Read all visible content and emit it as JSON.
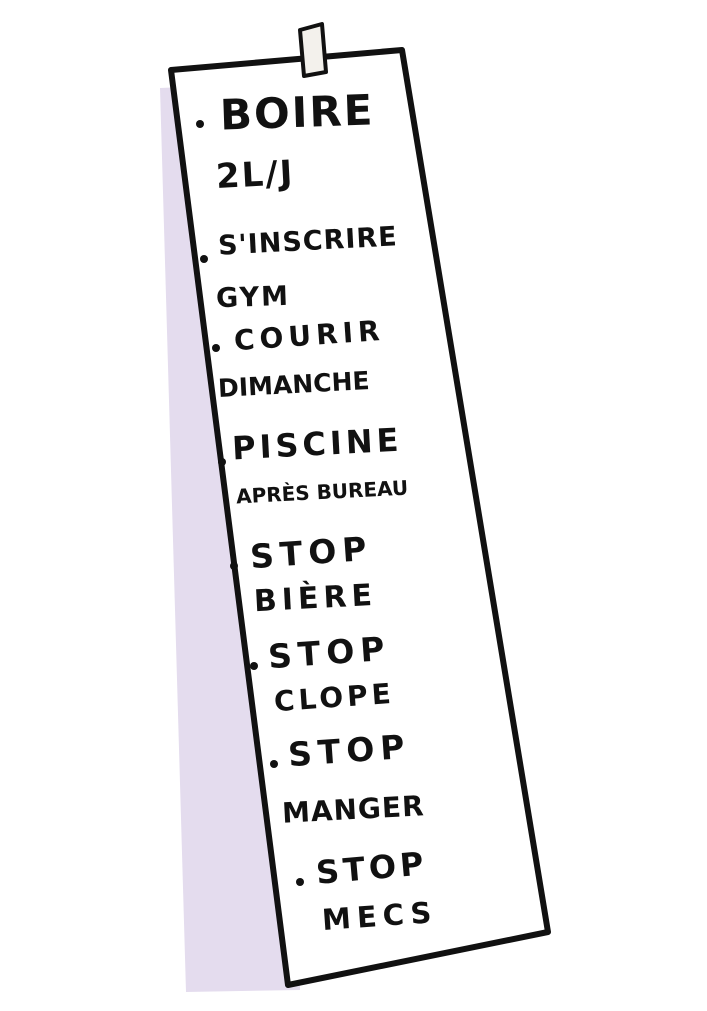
{
  "colors": {
    "paper": "#ffffff",
    "outline": "#111111",
    "shadow": "#e4dcee",
    "tape": "#f3f1ec"
  },
  "note": {
    "items": [
      {
        "line1": "BOIRE",
        "line2": "2L/J"
      },
      {
        "line1": "S'INSCRIRE",
        "line2": "GYM"
      },
      {
        "line1": "COURIR",
        "line2": "DIMANCHE"
      },
      {
        "line1": "PISCINE",
        "line2": "APRÈS BUREAU"
      },
      {
        "line1": "STOP",
        "line2": "BIÈRE"
      },
      {
        "line1": "STOP",
        "line2": "CLOPE"
      },
      {
        "line1": "STOP",
        "line2": "MANGER"
      },
      {
        "line1": "STOP",
        "line2": "MECS"
      }
    ]
  }
}
